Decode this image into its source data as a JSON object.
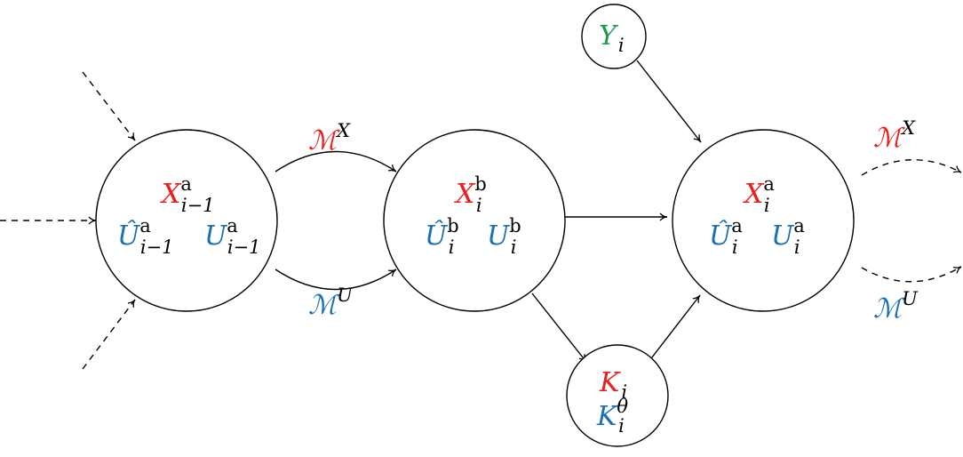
{
  "colors": {
    "state_red": "#e8211d",
    "aux_blue": "#1a6fb5",
    "obs_green": "#1d9a4f",
    "stroke": "#000000"
  },
  "nodes": {
    "prev": {
      "top": {
        "base": "X",
        "sup": "a",
        "sub": "i−1",
        "color": "state_red"
      },
      "bottom": [
        {
          "base": "Û",
          "sup": "a",
          "sub": "i−1",
          "color": "aux_blue"
        },
        {
          "base": "U",
          "sup": "a",
          "sub": "i−1",
          "color": "aux_blue"
        }
      ]
    },
    "mid": {
      "top": {
        "base": "X",
        "sup": "b",
        "sub": "i",
        "color": "state_red"
      },
      "bottom": [
        {
          "base": "Û",
          "sup": "b",
          "sub": "i",
          "color": "aux_blue"
        },
        {
          "base": "U",
          "sup": "b",
          "sub": "i",
          "color": "aux_blue"
        }
      ]
    },
    "post": {
      "top": {
        "base": "X",
        "sup": "a",
        "sub": "i",
        "color": "state_red"
      },
      "bottom": [
        {
          "base": "Û",
          "sup": "a",
          "sub": "i",
          "color": "aux_blue"
        },
        {
          "base": "U",
          "sup": "a",
          "sub": "i",
          "color": "aux_blue"
        }
      ]
    },
    "obs": {
      "base": "Y",
      "sub": "i",
      "color": "obs_green"
    },
    "gain": [
      {
        "base": "K",
        "sub": "i",
        "color": "state_red"
      },
      {
        "base": "K",
        "sup": "θ",
        "sub": "i",
        "color": "aux_blue"
      }
    ]
  },
  "edge_labels": {
    "mx_left": {
      "base": "ℳ",
      "sup": "X",
      "color": "state_red"
    },
    "mu_left": {
      "base": "ℳ",
      "sup": "U",
      "color": "aux_blue"
    },
    "mx_right": {
      "base": "ℳ",
      "sup": "X",
      "color": "state_red"
    },
    "mu_right": {
      "base": "ℳ",
      "sup": "U",
      "color": "aux_blue"
    }
  }
}
